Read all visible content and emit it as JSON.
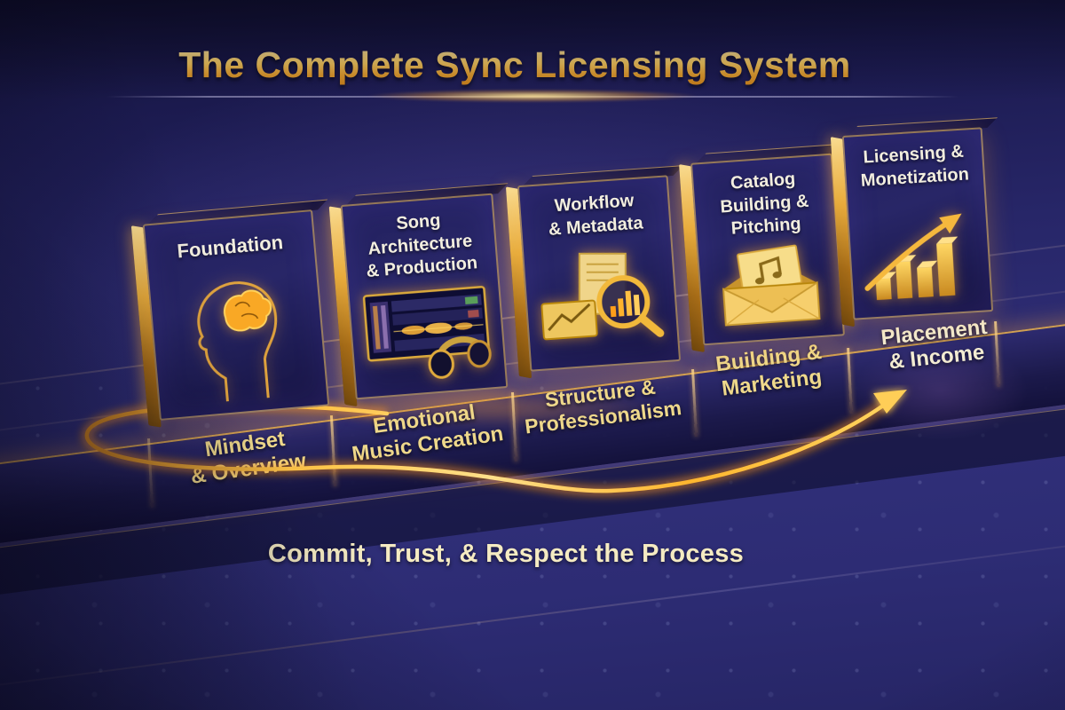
{
  "title": "The Complete Sync Licensing System",
  "tagline": "Commit, Trust, & Respect the Process",
  "modules": [
    {
      "title": "Foundation",
      "subtitle": "Mindset\n& Overview",
      "icon": "head-brain-icon"
    },
    {
      "title": "Song\nArchitecture\n& Production",
      "subtitle": "Emotional\nMusic Creation",
      "icon": "daw-headphones-icon"
    },
    {
      "title": "Workflow\n& Metadata",
      "subtitle": "Structure &\nProfessionalism",
      "icon": "documents-magnifier-chart-icon"
    },
    {
      "title": "Catalog\nBuilding &\nPitching",
      "subtitle": "Building &\nMarketing",
      "icon": "envelope-music-note-icon"
    },
    {
      "title": "Licensing &\nMonetization",
      "subtitle": "Placement\n& Income",
      "icon": "growth-bars-arrow-icon"
    }
  ],
  "colors": {
    "background": "#272668",
    "gold_accent": "#f3b33c",
    "gold_light": "#ffe49a",
    "module_title_text": "#f2eedf",
    "subtitle_text": "#eed88b",
    "tagline_text": "#f5ebc2"
  }
}
